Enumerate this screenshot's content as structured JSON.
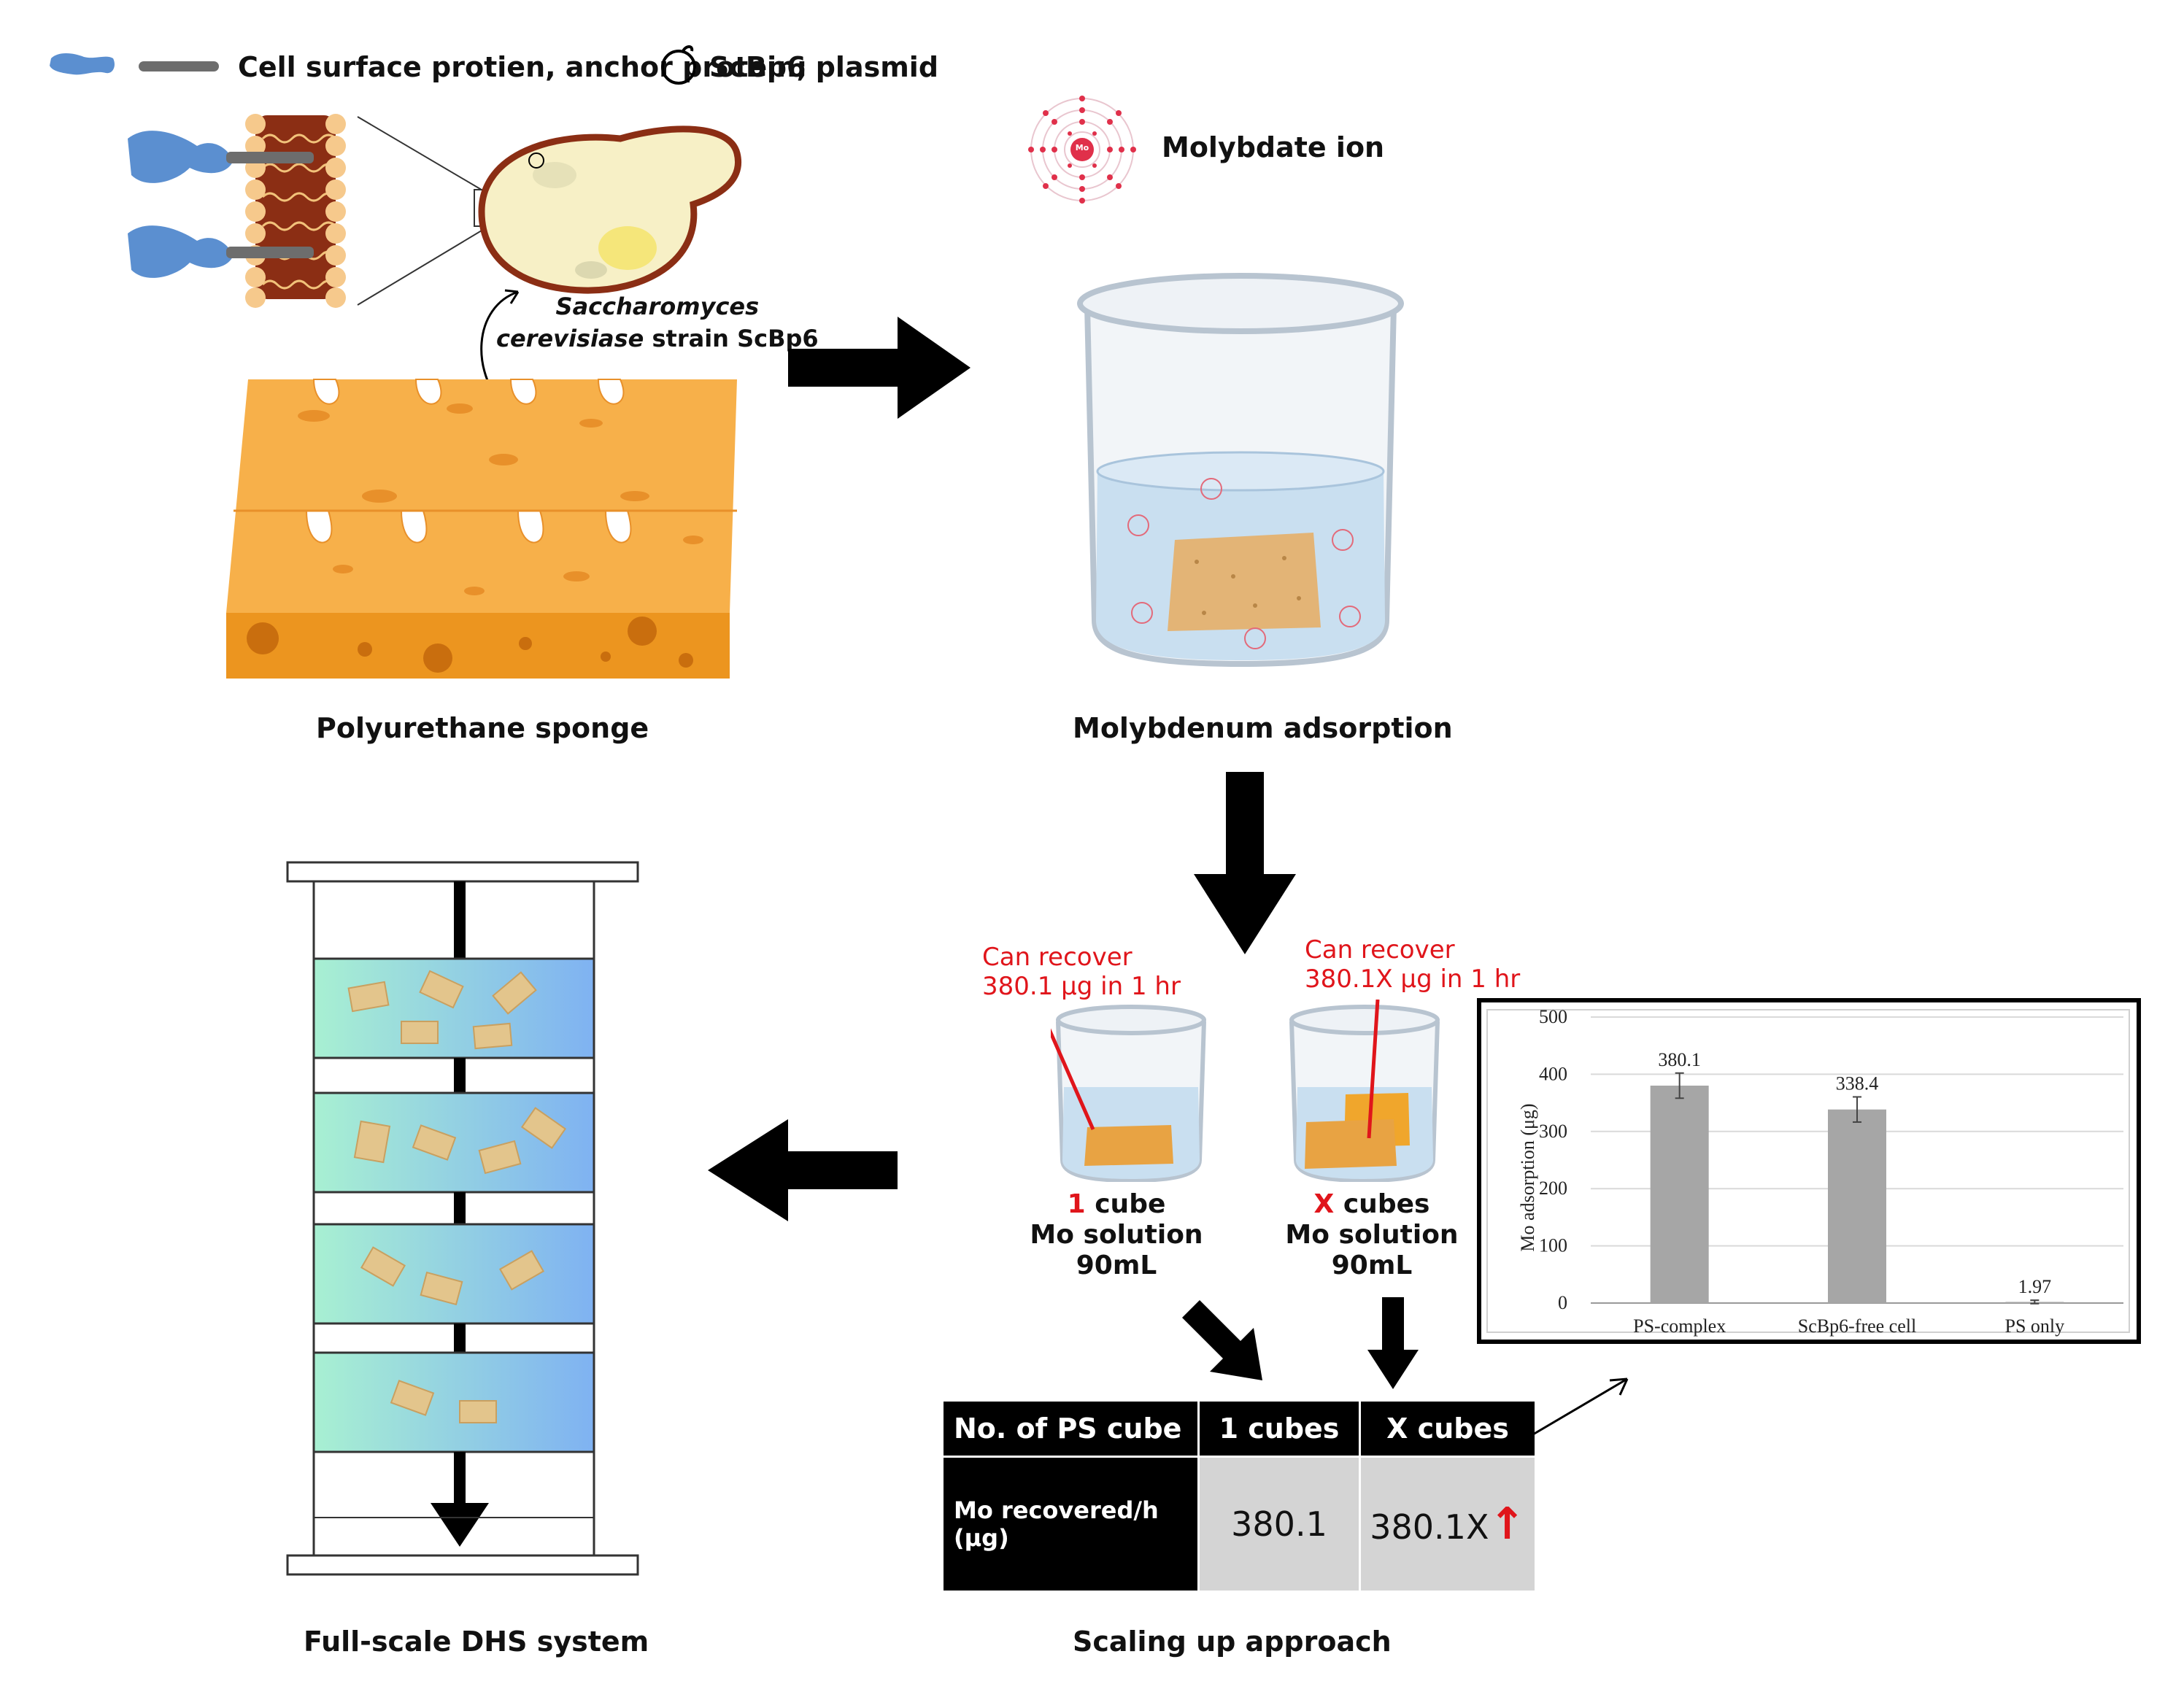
{
  "legend": {
    "proteins_text": "Cell surface protien, anchor protein;",
    "plasmid_text": "ScBp6 plasmid",
    "ion_text": "Molybdate ion",
    "ion_symbol": "Mo"
  },
  "yeast": {
    "name_italic": "Saccharomyces cerevisiase",
    "name_line1": "Saccharomyces",
    "name_line2_italic": "cerevisiase",
    "name_line2_rest": " strain ScBp6"
  },
  "captions": {
    "sponge": "Polyurethane sponge",
    "adsorption": "Molybdenum adsorption",
    "dhs": "Full-scale DHS system",
    "scaling": "Scaling up approach"
  },
  "beakers": {
    "left": {
      "recover_line1": "Can recover",
      "recover_line2": "380.1 μg in 1 hr",
      "count": "1",
      "count_suffix": " cube",
      "line2": "Mo solution",
      "line3": "90mL"
    },
    "right": {
      "recover_line1": "Can recover",
      "recover_line2": "380.1X μg in 1 hr",
      "count": "X",
      "count_suffix": " cubes",
      "line2": "Mo solution",
      "line3": "90mL"
    }
  },
  "table": {
    "col0": "No. of PS cube",
    "col1": "1  cubes",
    "col2": "X cubes",
    "row_label": "Mo recovered/h (μg)",
    "val1": "380.1",
    "val2": "380.1X"
  },
  "colors": {
    "sponge": "#f7a93b",
    "sponge_dark": "#e88f1f",
    "accent_red": "#e0151b",
    "bar": "#a6a6a6",
    "protein_blue": "#5b8fd0"
  },
  "chart_data": {
    "type": "bar",
    "categories": [
      "PS-complex",
      "ScBp6-free cell",
      "PS only"
    ],
    "values": [
      380.1,
      338.4,
      1.97
    ],
    "value_labels": [
      "380.1",
      "338.4",
      "1.97"
    ],
    "ylabel": "Mo adsorption (μg)",
    "ylim": [
      0,
      500
    ],
    "yticks": [
      "0",
      "100",
      "200",
      "300",
      "400",
      "500"
    ],
    "grid": true,
    "error_bars": true
  }
}
